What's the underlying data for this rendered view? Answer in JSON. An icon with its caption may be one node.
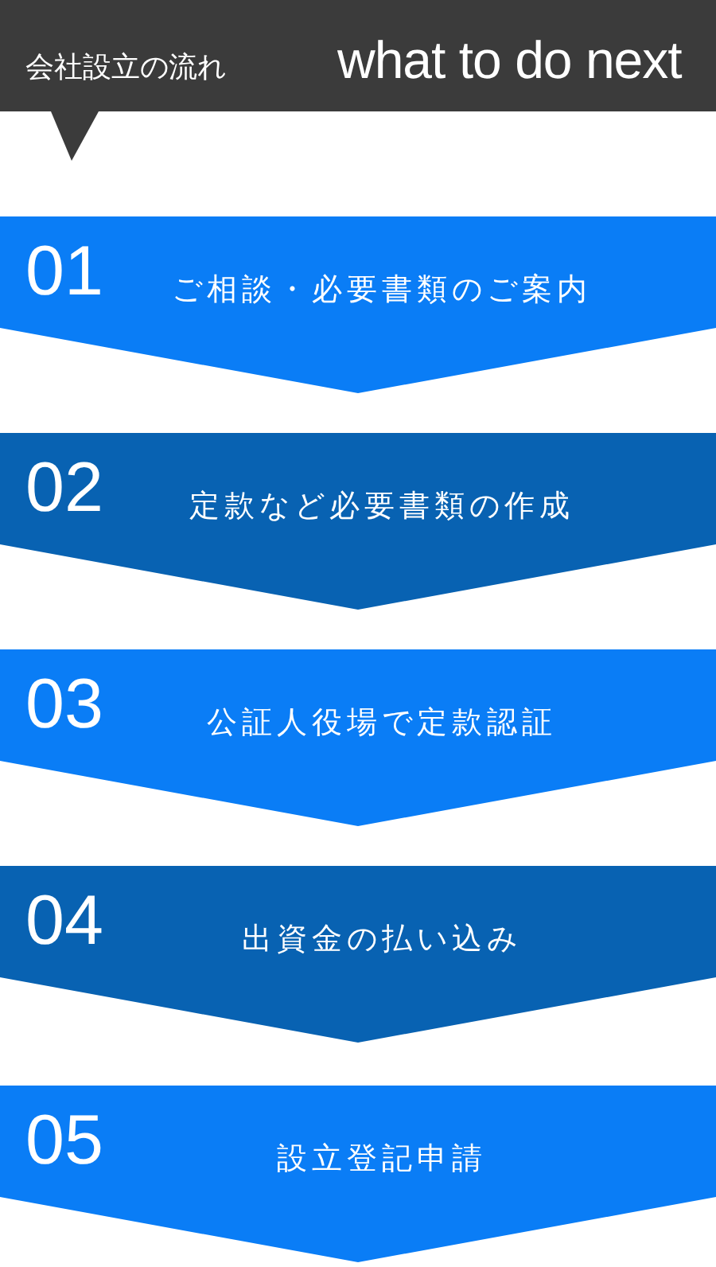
{
  "diagram": {
    "nodes": [
      {
        "text": [
          "会社設立の流れ",
          "what to do next"
        ]
      },
      {
        "text": [
          "01",
          "ご相談・必要書類のご案内"
        ]
      },
      {
        "text": [
          "02",
          "定款など必要書類の作成"
        ]
      },
      {
        "text": [
          "03",
          "公証人役場で定款認証"
        ]
      },
      {
        "text": [
          "04",
          "出資金の払い込み"
        ]
      },
      {
        "text": [
          "05",
          "設立登記申請"
        ]
      }
    ],
    "edges": [
      {
        "from": 0,
        "to": 1,
        "arrow": "to"
      },
      {
        "from": 1,
        "to": 2,
        "arrow": "to"
      },
      {
        "from": 2,
        "to": 3,
        "arrow": "to"
      },
      {
        "from": 3,
        "to": 4,
        "arrow": "to"
      },
      {
        "from": 4,
        "to": 5,
        "arrow": "to"
      },
      {
        "from": 5,
        "to": null,
        "arrow": "to"
      }
    ]
  }
}
